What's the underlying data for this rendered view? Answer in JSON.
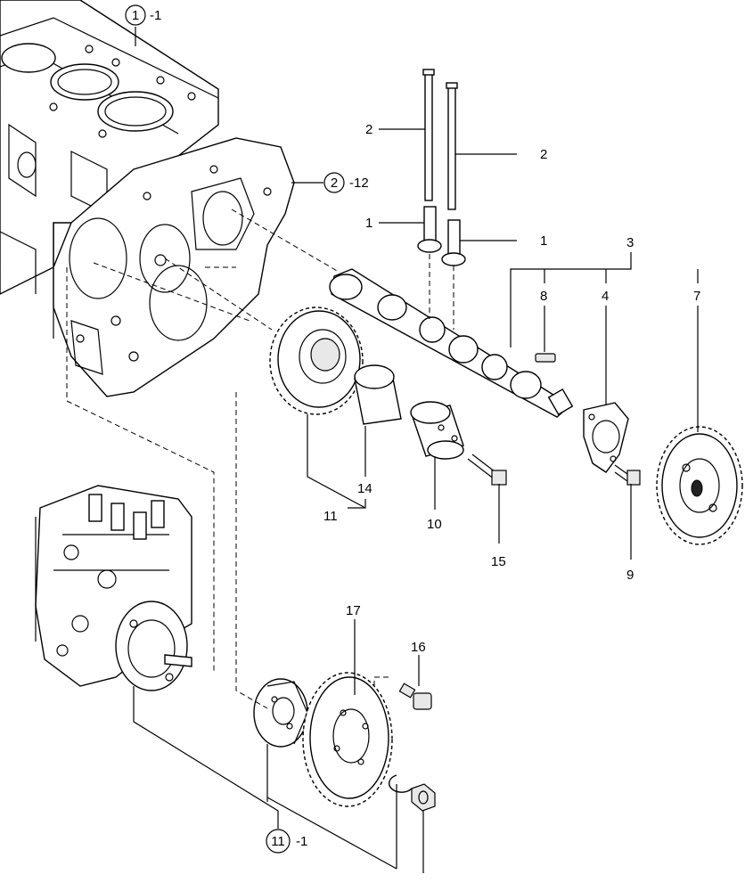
{
  "callouts": {
    "c1_num": "1",
    "c1_suffix": "-1",
    "c2_num": "2",
    "c2_suffix": "-12",
    "c11_num": "11",
    "c11_suffix": "-1"
  },
  "labels": {
    "l2a": "2",
    "l2b": "2",
    "l1a": "1",
    "l1b": "1",
    "l3": "3",
    "l8": "8",
    "l4": "4",
    "l7": "7",
    "l14": "14",
    "l11": "11",
    "l10": "10",
    "l15": "15",
    "l9": "9",
    "l17": "17",
    "l16": "16"
  }
}
